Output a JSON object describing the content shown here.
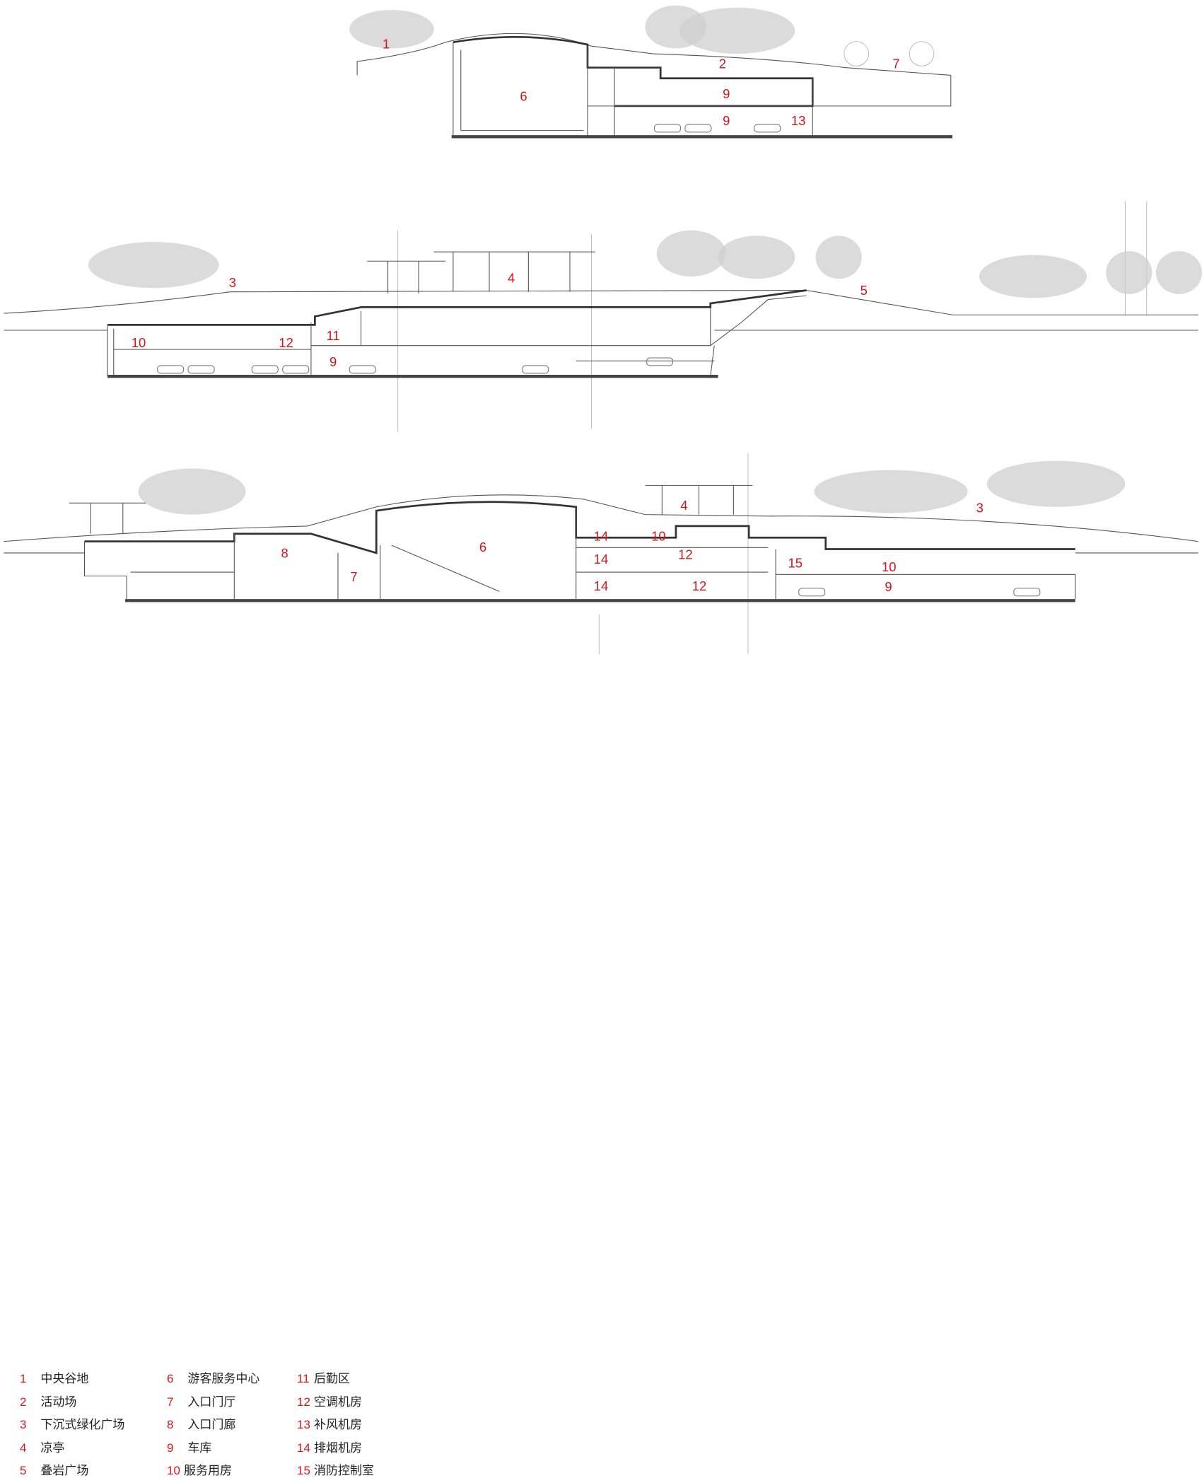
{
  "section_top": {
    "labels": [
      "1",
      "2",
      "7",
      "6",
      "9",
      "9",
      "13"
    ]
  },
  "section_middle": {
    "labels": [
      "3",
      "4",
      "5",
      "10",
      "12",
      "11",
      "9"
    ]
  },
  "section_bottom": {
    "labels": [
      "4",
      "3",
      "8",
      "6",
      "7",
      "14",
      "10",
      "14",
      "12",
      "15",
      "10",
      "14",
      "12",
      "9"
    ]
  },
  "legend": [
    {
      "num": "1",
      "text": "中央谷地"
    },
    {
      "num": "2",
      "text": "活动场"
    },
    {
      "num": "3",
      "text": "下沉式绿化广场"
    },
    {
      "num": "4",
      "text": "凉亭"
    },
    {
      "num": "5",
      "text": "叠岩广场"
    },
    {
      "num": "6",
      "text": "游客服务中心"
    },
    {
      "num": "7",
      "text": "入口门厅"
    },
    {
      "num": "8",
      "text": "入口门廊"
    },
    {
      "num": "9",
      "text": "车库"
    },
    {
      "num": "10",
      "text": "服务用房"
    },
    {
      "num": "11",
      "text": "后勤区"
    },
    {
      "num": "12",
      "text": "空调机房"
    },
    {
      "num": "13",
      "text": "补风机房"
    },
    {
      "num": "14",
      "text": "排烟机房"
    },
    {
      "num": "15",
      "text": "消防控制室"
    }
  ],
  "colors": {
    "label": "#d4161c",
    "line": "#444444",
    "tree": "#cfcfcf"
  }
}
